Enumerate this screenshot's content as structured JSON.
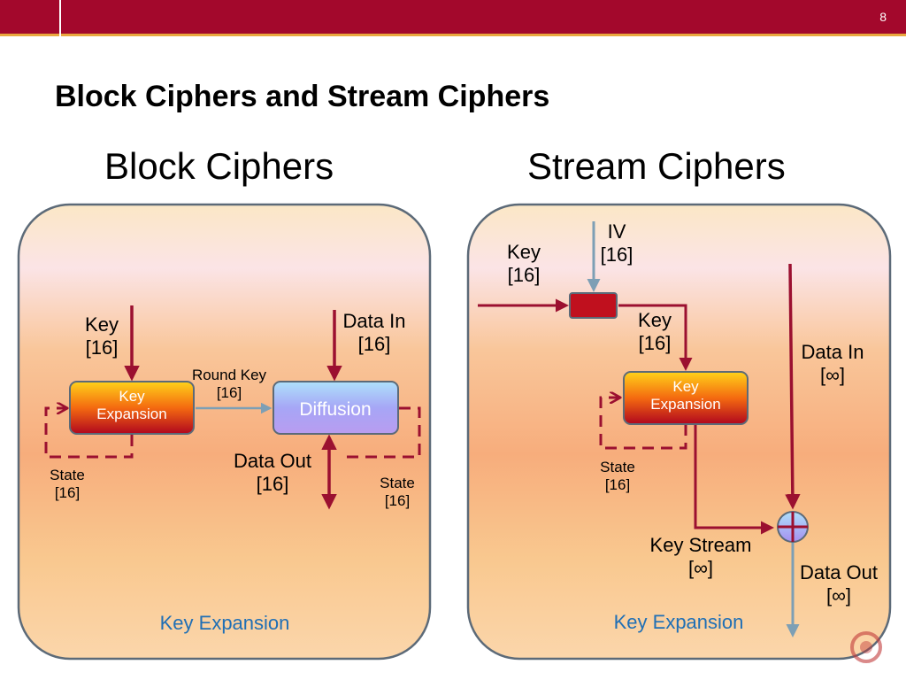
{
  "slide": {
    "page_number": "8",
    "title": "Block Ciphers and Stream Ciphers"
  },
  "block": {
    "heading": "Block Ciphers",
    "key_label_1": "Key",
    "key_label_2": "[16]",
    "data_in_1": "Data In",
    "data_in_2": "[16]",
    "round_key_1": "Round Key",
    "round_key_2": "[16]",
    "key_expansion_box_1": "Key",
    "key_expansion_box_2": "Expansion",
    "diffusion_box": "Diffusion",
    "state_left_1": "State",
    "state_left_2": "[16]",
    "data_out_1": "Data Out",
    "data_out_2": "[16]",
    "state_right_1": "State",
    "state_right_2": "[16]",
    "caption": "Key Expansion"
  },
  "stream": {
    "heading": "Stream Ciphers",
    "iv_1": "IV",
    "iv_2": "[16]",
    "key_in_1": "Key",
    "key_in_2": "[16]",
    "key_mid_1": "Key",
    "key_mid_2": "[16]",
    "key_expansion_box_1": "Key",
    "key_expansion_box_2": "Expansion",
    "data_in_1": "Data In",
    "data_in_2": "[∞]",
    "state_1": "State",
    "state_2": "[16]",
    "key_stream_1": "Key Stream",
    "key_stream_2": "[∞]",
    "data_out_1": "Data Out",
    "data_out_2": "[∞]",
    "caption": "Key Expansion"
  },
  "colors": {
    "header_bar": "#a3082c",
    "header_rule": "#e9a83e",
    "arrow_dark_red": "#9b1030",
    "arrow_blue_grey": "#7d9fb5",
    "caption_blue": "#1f6fb5"
  }
}
